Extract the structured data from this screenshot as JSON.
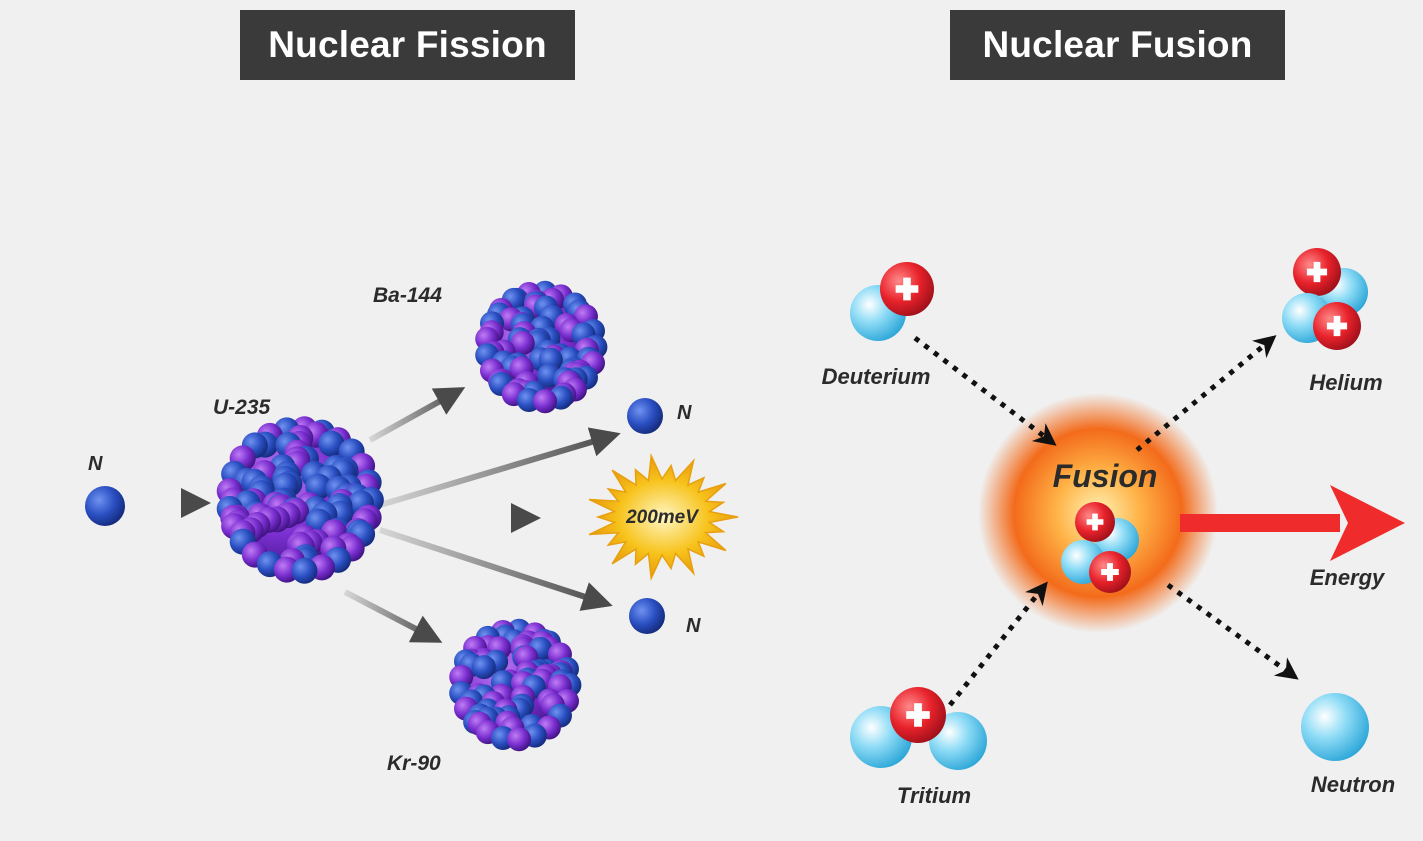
{
  "fission": {
    "title": "Nuclear Fission",
    "labels": {
      "neutron_in": "N",
      "uranium": "U-235",
      "barium": "Ba-144",
      "krypton": "Kr-90",
      "neutron_out_top": "N",
      "neutron_out_bottom": "N",
      "energy": "200meV"
    }
  },
  "fusion": {
    "title": "Nuclear Fusion",
    "labels": {
      "deuterium": "Deuterium",
      "tritium": "Tritium",
      "fusion": "Fusion",
      "helium": "Helium",
      "neutron": "Neutron",
      "energy": "Energy"
    }
  },
  "colors": {
    "title_bg": "#3a3a3a",
    "neutron_blue": "#2c56c8",
    "nucleus_purple": "#7a2fd0",
    "proton_red": "#e8222b",
    "neutron_cyan": "#7fd4f2",
    "energy_arrow": "#ef2b2b",
    "fusion_glow": "#f36b1b",
    "burst_yellow": "#f7c31c"
  }
}
